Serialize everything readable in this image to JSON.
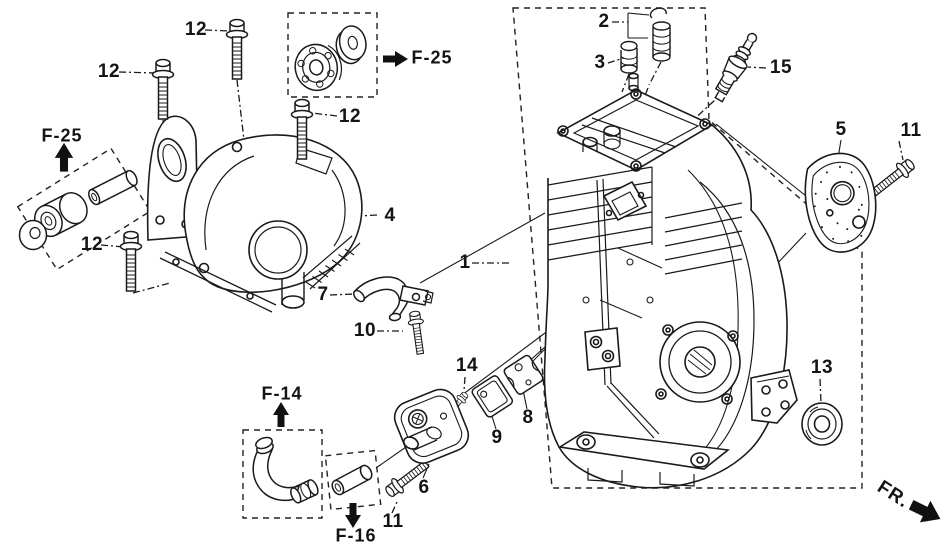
{
  "page": {
    "title": "Engine cylinder barrel exploded parts diagram",
    "background_color": "#ffffff",
    "ink_color": "#1a1a1a"
  },
  "callouts": {
    "bolt_12_top": "12",
    "bolt_12_upper_left": "12",
    "bolt_12_lower_left": "12",
    "bolt_12_center": "12",
    "part_1": "1",
    "part_2": "2",
    "part_3": "3",
    "part_4": "4",
    "part_5": "5",
    "part_6": "6",
    "part_7": "7",
    "part_8": "8",
    "part_9": "9",
    "part_10": "10",
    "bolt_11_right": "11",
    "bolt_11_bottom": "11",
    "part_13": "13",
    "part_14": "14",
    "part_15": "15"
  },
  "references": {
    "f25_left": "F-25",
    "f25_top": "F-25",
    "f14": "F-14",
    "f16": "F-16",
    "front_marker": "FR."
  }
}
